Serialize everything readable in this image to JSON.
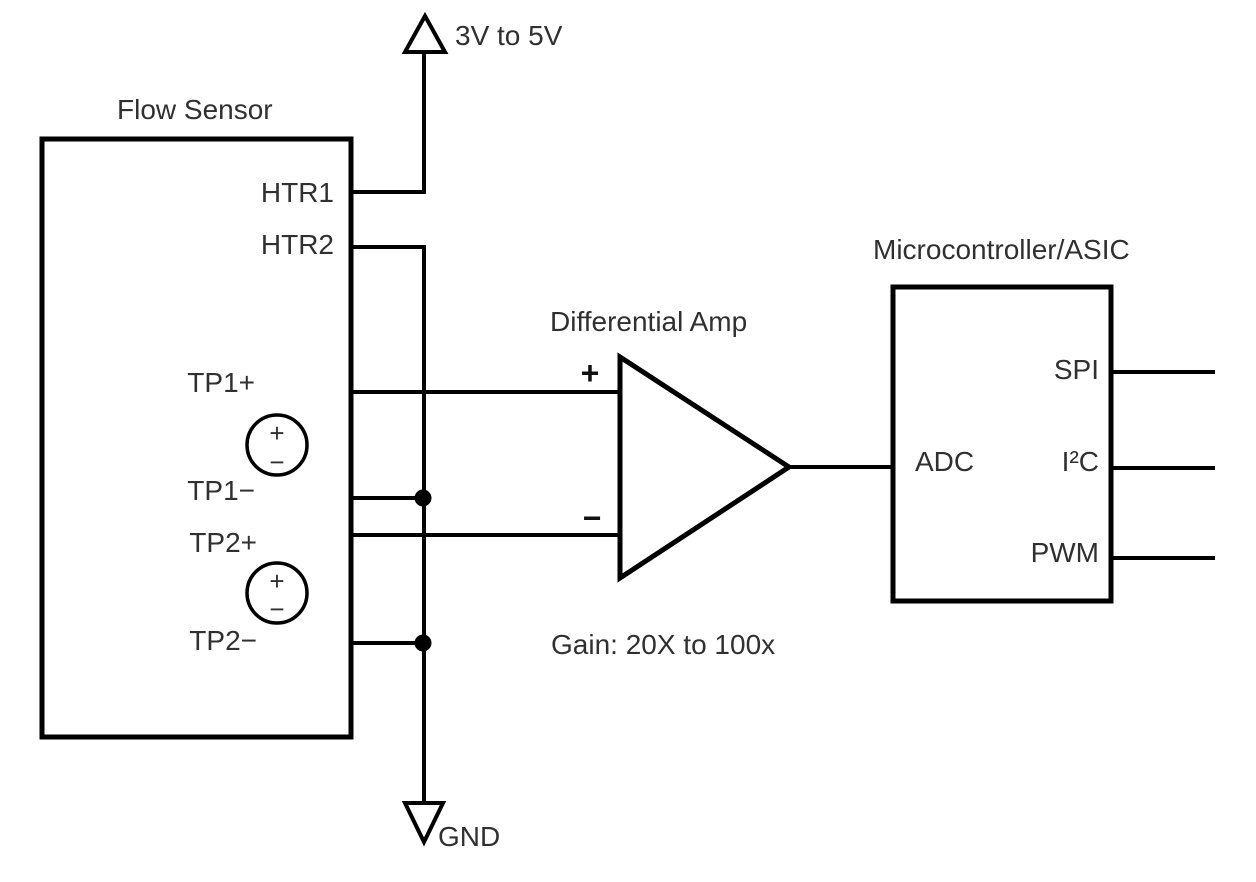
{
  "colors": {
    "line": "#000000",
    "text": "#303030",
    "background": "#ffffff"
  },
  "power": {
    "supply_label": "3V to 5V",
    "ground_label": "GND"
  },
  "flow_sensor": {
    "title": "Flow Sensor",
    "pins": {
      "htr1": "HTR1",
      "htr2": "HTR2",
      "tp1_plus": "TP1+",
      "tp1_minus": "TP1−",
      "tp2_plus": "TP2+",
      "tp2_minus": "TP2−"
    },
    "source_symbol": {
      "plus": "+",
      "minus": "−"
    }
  },
  "amplifier": {
    "title": "Differential Amp",
    "input_plus": "+",
    "input_minus": "−",
    "gain_note": "Gain: 20X to 100x"
  },
  "microcontroller": {
    "title": "Microcontroller/ASIC",
    "adc_label": "ADC",
    "ports": {
      "spi": "SPI",
      "i2c": "I²C",
      "pwm": "PWM"
    }
  }
}
